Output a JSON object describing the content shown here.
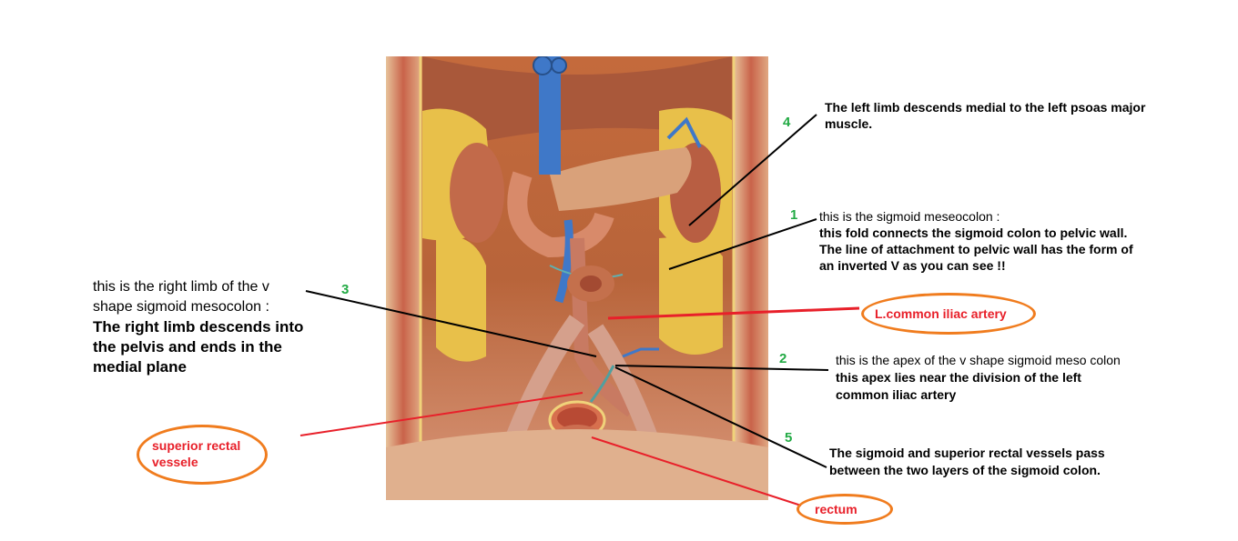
{
  "annotations": {
    "n1": {
      "number": "1",
      "line1": "this is the sigmoid meseocolon  :",
      "line2": "this fold connects the sigmoid colon to pelvic wall.",
      "line3": "The line of attachment to pelvic wall has the form of",
      "line4": "an inverted V as you can see !!"
    },
    "n2": {
      "number": "2",
      "line1": "this is the apex of the v shape sigmoid meso colon",
      "line2": "this apex  lies near the division of the left",
      "line3": "common iliac artery"
    },
    "n3": {
      "number": "3",
      "line1": "this is the right limb of the v",
      "line2": "shape sigmoid mesocolon :",
      "line3": "The right limb descends into",
      "line4": "the pelvis and ends in the",
      "line5": "medial plane"
    },
    "n4": {
      "number": "4",
      "line1": "The left limb descends medial to the left psoas major",
      "line2": "muscle."
    },
    "n5": {
      "number": "5",
      "line1": "The sigmoid and superior rectal vessels pass",
      "line2": "between the two layers of the sigmoid colon."
    }
  },
  "labels": {
    "iliac": "L.common iliac artery",
    "rectal_line1": "superior rectal",
    "rectal_line2": "vessele",
    "rectum": "rectum"
  },
  "colors": {
    "number": "#22aa44",
    "label": "#e8202a",
    "ellipse": "#f07c1e",
    "pointer": "#000000"
  }
}
